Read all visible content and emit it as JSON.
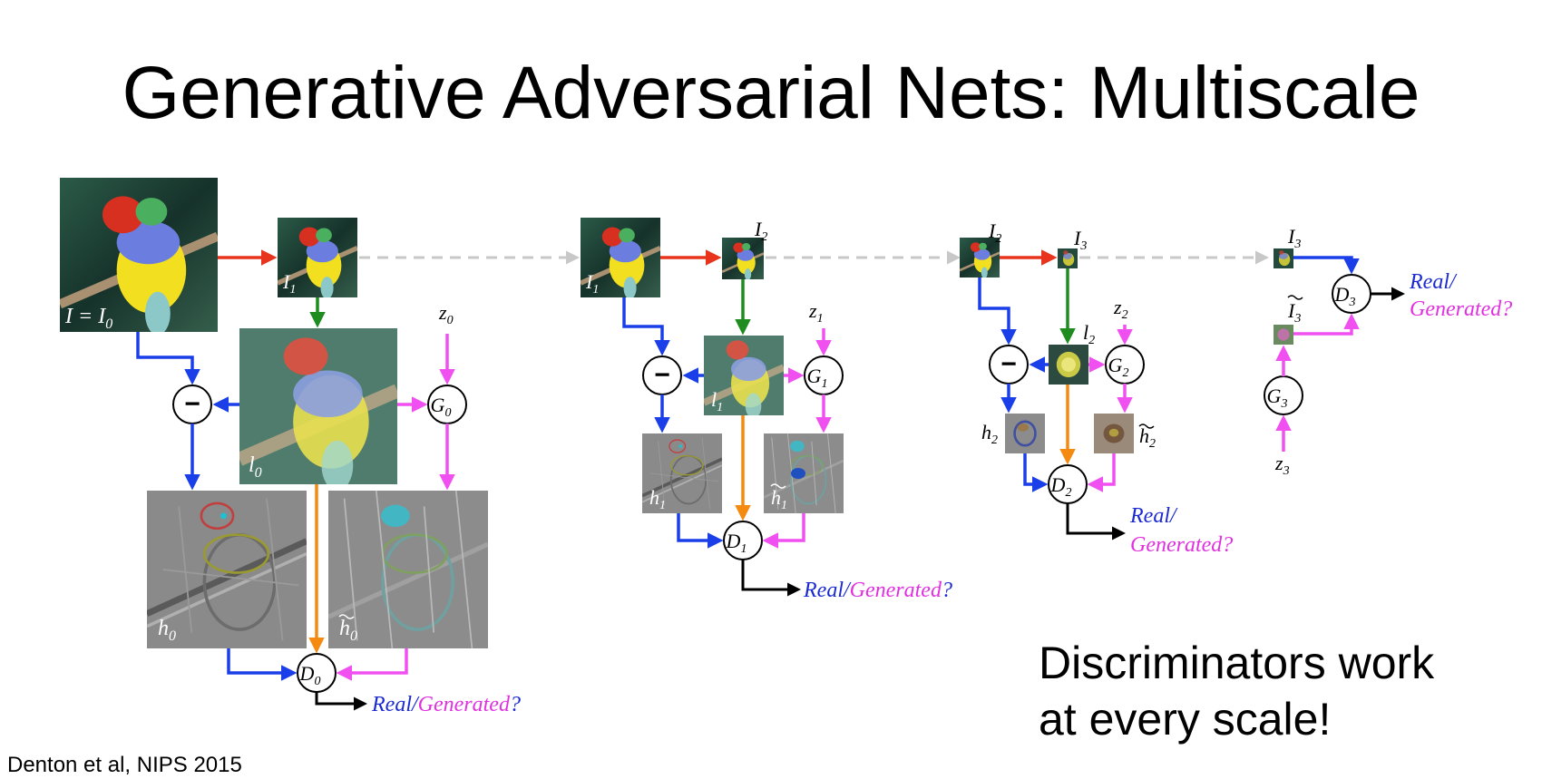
{
  "title": "Generative Adversarial Nets: Multiscale",
  "note_line1": "Discriminators work",
  "note_line2": "at every scale!",
  "citation": "Denton et al, NIPS 2015",
  "minus_symbol": "−",
  "real_text": "Real",
  "slash_text": "/",
  "generated_text": "Generated",
  "question_text": "?",
  "real_slash_text": "Real/",
  "generated_q_text": "Generated?",
  "symbols": {
    "I0_label": "I = I",
    "I0_sub": "0",
    "I": "I",
    "l": "l",
    "h": "h",
    "z": "z",
    "G": "G",
    "D": "D",
    "sub0": "0",
    "sub1": "1",
    "sub2": "2",
    "sub3": "3"
  },
  "colors": {
    "red_arrow": "#e8341c",
    "green_arrow": "#1e8c1e",
    "blue_arrow": "#1a3ee8",
    "magenta_arrow": "#f050f0",
    "orange_arrow": "#f58a10",
    "gray_dashed": "#c8c8c8",
    "real_text": "#1a2ad0",
    "generated_text": "#e030e0"
  }
}
